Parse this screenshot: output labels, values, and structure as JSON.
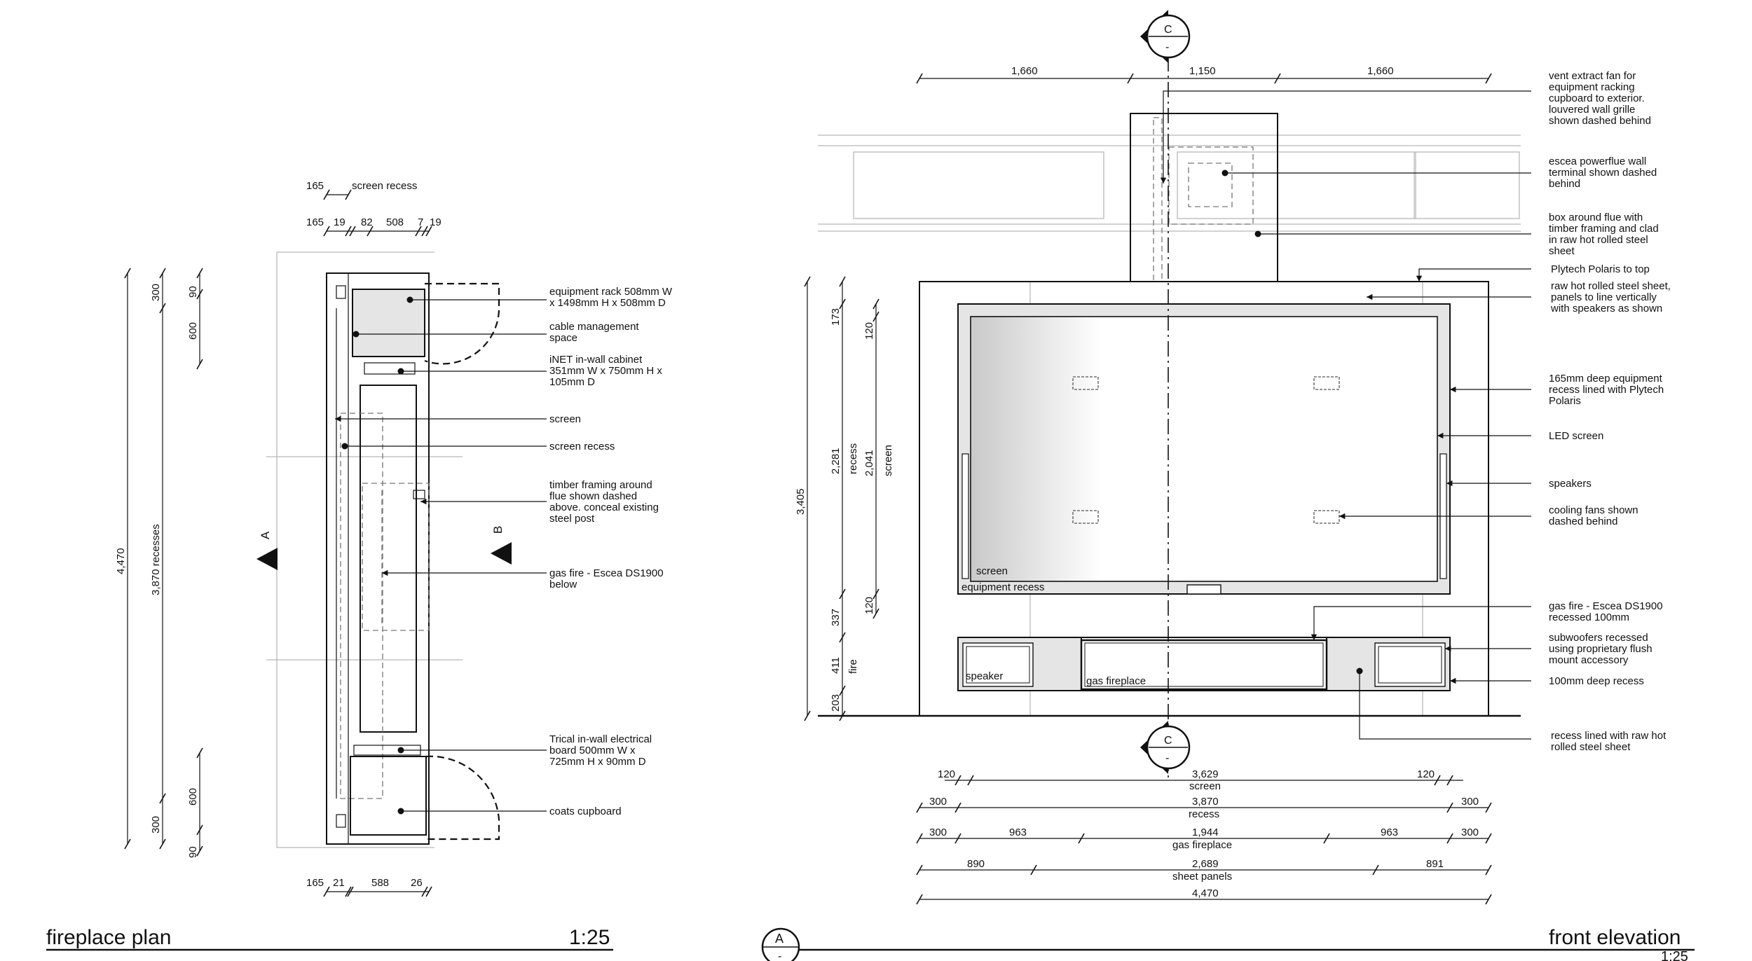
{
  "plan": {
    "title": "fireplace plan",
    "scale": "1:25",
    "section_a": "A",
    "section_b": "B",
    "top_dims": {
      "row1": [
        "165",
        "screen recess"
      ],
      "row2": [
        "165",
        "19",
        "82",
        "508",
        "7",
        "19"
      ]
    },
    "bottom_dims": [
      "165",
      "21",
      "588",
      "26"
    ],
    "left_dims": {
      "overall": "4,470",
      "recesses": "3,870 recesses",
      "top_300": "300",
      "top_90": "90",
      "top_600": "600",
      "bot_600": "600",
      "bot_300": "300",
      "bot_90": "90"
    },
    "notes": [
      "equipment rack 508mm W\nx 1498mm H x 508mm D",
      "cable management\nspace",
      "iNET in-wall cabinet\n351mm W x 750mm H x\n105mm D",
      "screen",
      "screen recess",
      "timber framing around\nflue shown dashed\nabove. conceal existing\nsteel post",
      "gas fire - Escea DS1900\nbelow",
      "Trical in-wall electrical\nboard 500mm W x\n725mm H x 90mm D",
      "coats cupboard"
    ]
  },
  "elevation": {
    "title": "front elevation",
    "scale": "1:25",
    "view_marker": {
      "letter": "A",
      "sub": "-"
    },
    "section_c": {
      "letter": "C",
      "sub": "-"
    },
    "top_dims": [
      "1,660",
      "1,150",
      "1,660"
    ],
    "left_dims": {
      "d173": "173",
      "d2281": "2,281",
      "recess": "recess",
      "d337": "337",
      "d411": "411",
      "fire": "fire",
      "d203": "203",
      "d3405": "3,405",
      "d120a": "120",
      "d2041": "2,041",
      "screen": "screen",
      "d120b": "120"
    },
    "labels": {
      "screen": "screen",
      "equipment_recess": "equipment recess",
      "speaker": "speaker",
      "gas_fireplace": "gas fireplace"
    },
    "bottom_dims": [
      {
        "left": "120",
        "mid": "3,629",
        "name": "screen",
        "right": "120"
      },
      {
        "left": "300",
        "mid": "3,870",
        "name": "recess",
        "right": "300"
      },
      {
        "left": "300",
        "left2": "963",
        "mid": "1,944",
        "name": "gas fireplace",
        "right2": "963",
        "right": "300"
      },
      {
        "left": "890",
        "mid": "2,689",
        "name": "sheet panels",
        "right": "891"
      },
      {
        "mid": "4,470"
      }
    ],
    "notes": [
      "vent extract fan for\nequipment racking\ncupboard to exterior.\nlouvered wall grille\nshown dashed behind",
      "escea powerflue wall\nterminal shown dashed\nbehind",
      "box around flue with\ntimber framing and clad\nin raw hot rolled steel\nsheet",
      "Plytech Polaris to top",
      "raw hot rolled steel sheet,\npanels to line vertically\nwith speakers as shown",
      "165mm deep equipment\nrecess lined with Plytech\nPolaris",
      "LED screen",
      "speakers",
      "cooling fans shown\ndashed behind",
      "gas fire - Escea DS1900\nrecessed 100mm",
      "subwoofers recessed\nusing proprietary flush\nmount accessory",
      "100mm deep recess",
      "recess lined with raw hot\nrolled steel sheet"
    ]
  }
}
